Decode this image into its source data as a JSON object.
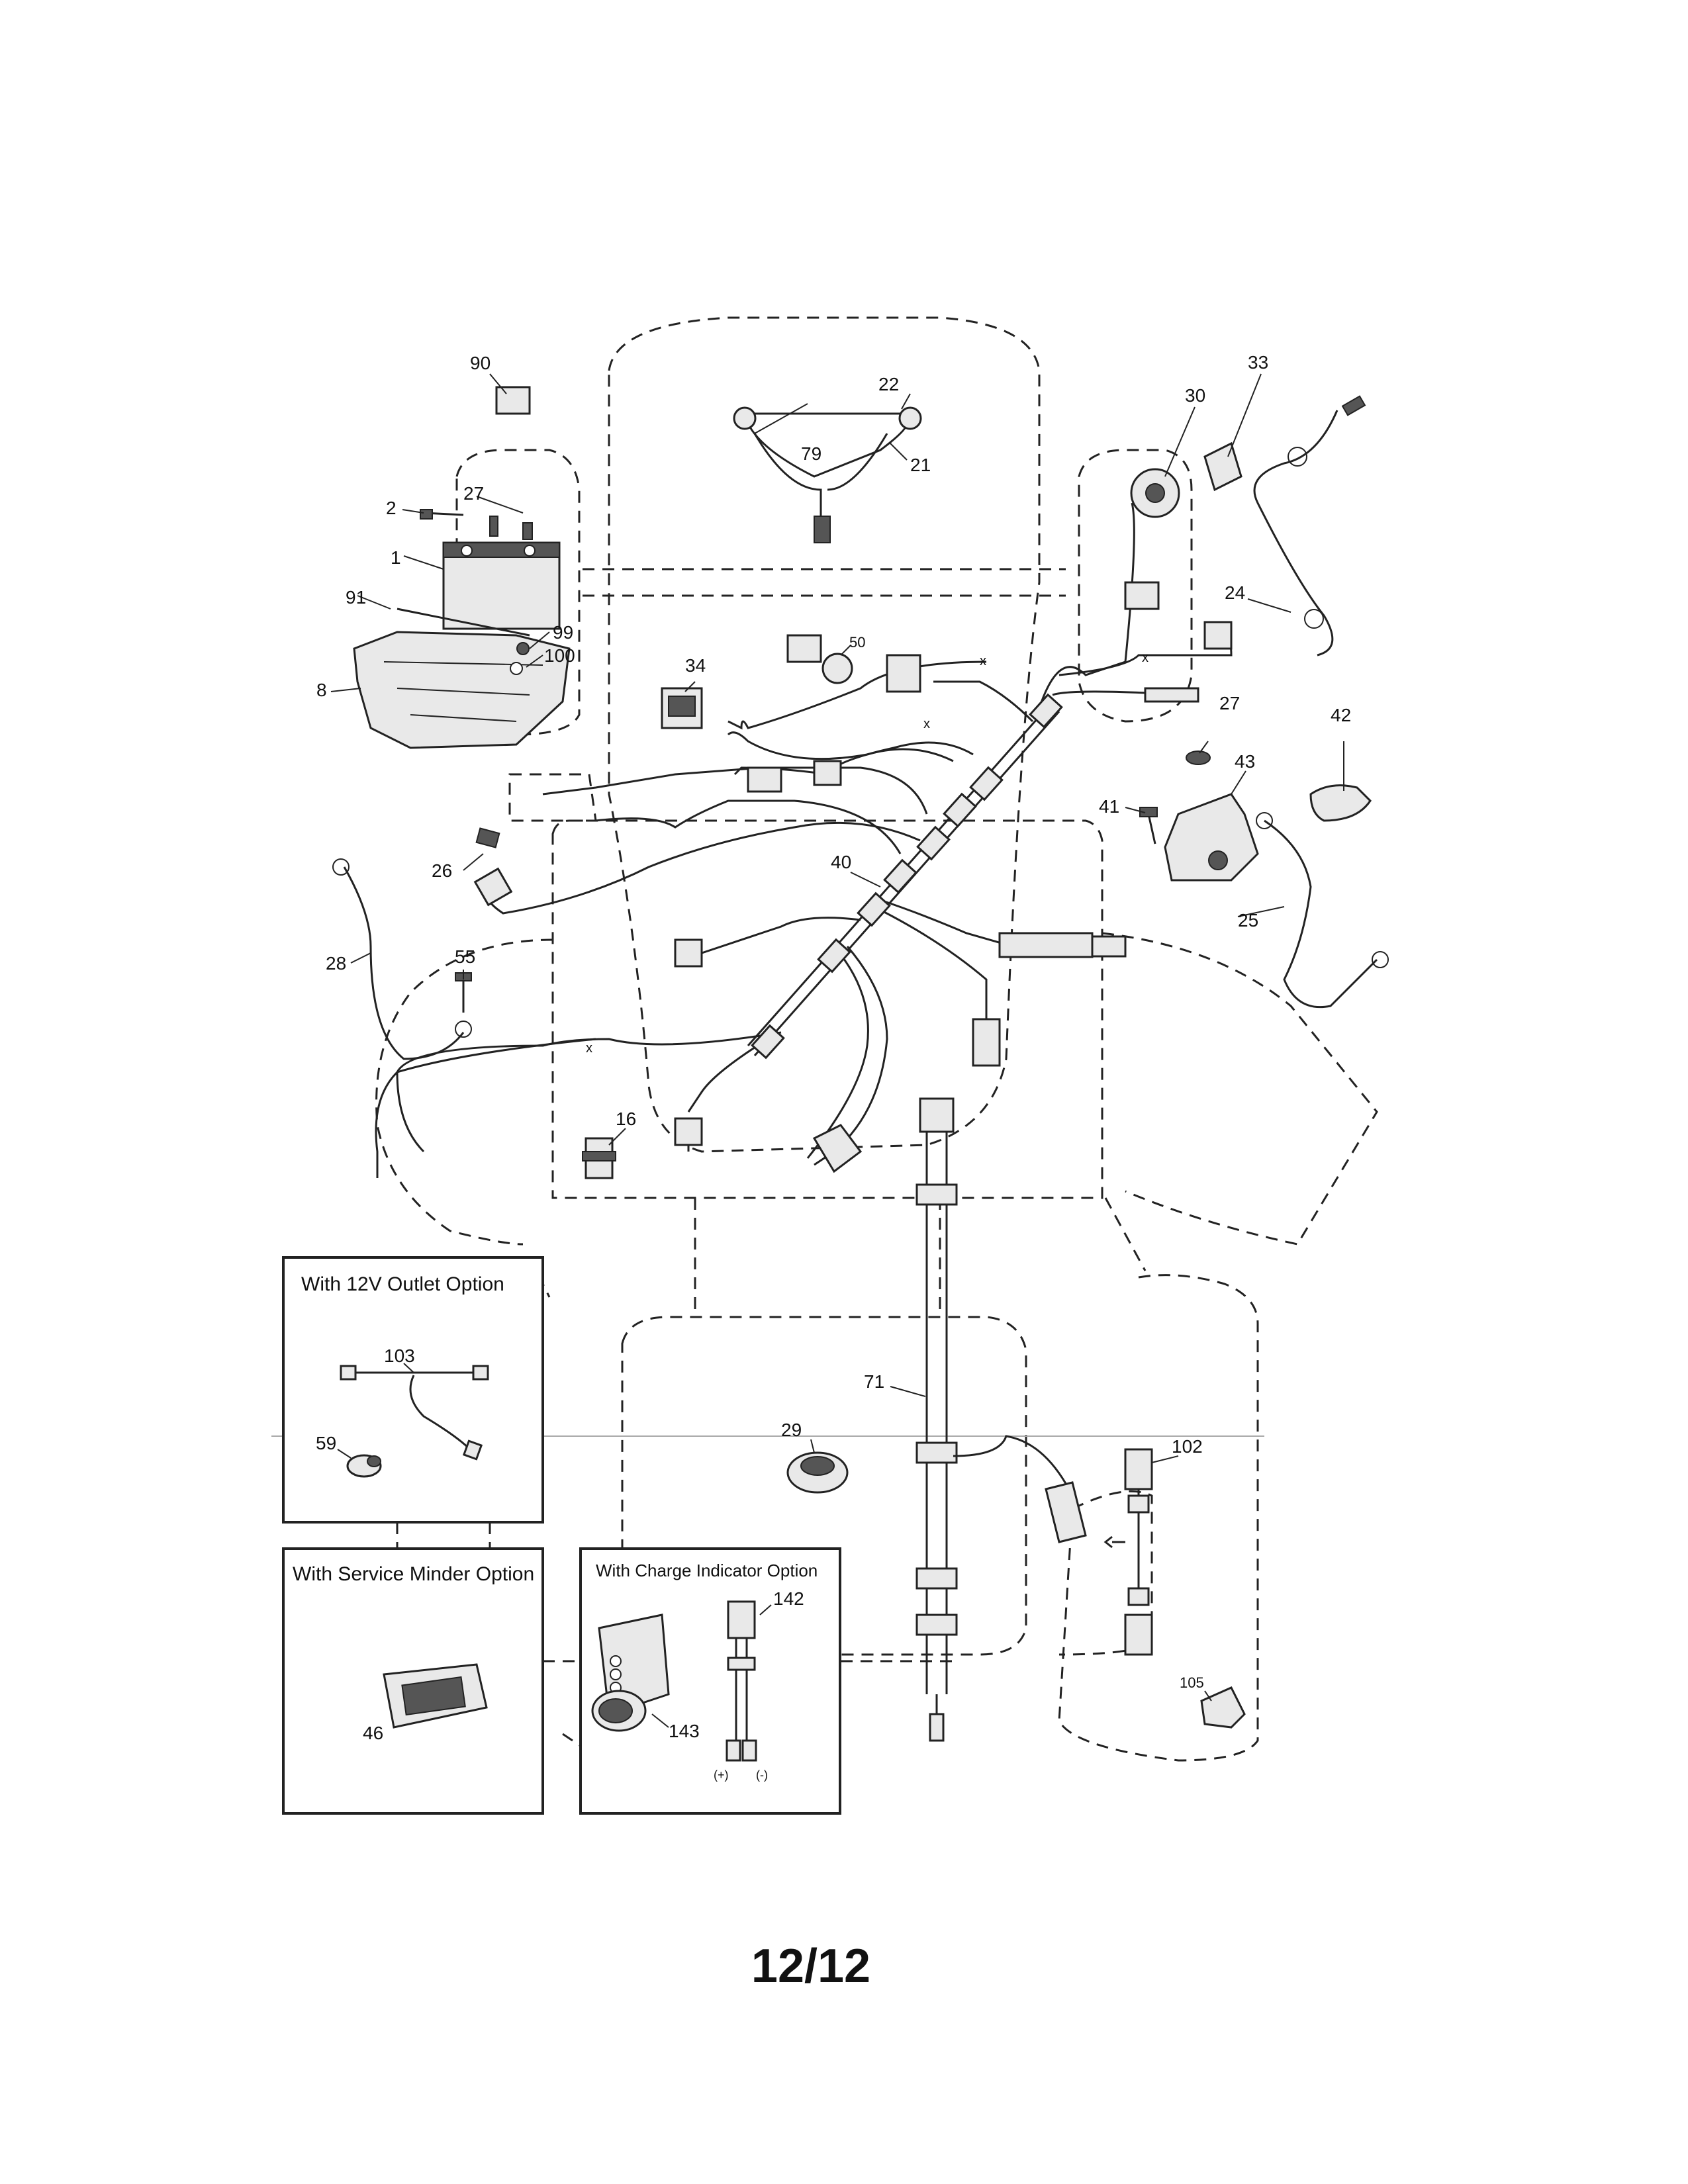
{
  "callouts": {
    "c90": "90",
    "c22": "22",
    "c79": "79",
    "c21": "21",
    "c30": "30",
    "c33": "33",
    "c2": "2",
    "c27a": "27",
    "c1": "1",
    "c91": "91",
    "c8": "8",
    "c99": "99",
    "c100": "100",
    "c34": "34",
    "c50": "50",
    "c24": "24",
    "c27b": "27",
    "c42": "42",
    "c43": "43",
    "c41": "41",
    "c26": "26",
    "c40": "40",
    "c25": "25",
    "c28": "28",
    "c55": "55",
    "c16": "16",
    "c71": "71",
    "c29": "29",
    "c102": "102",
    "c105": "105",
    "c103": "103",
    "c59": "59",
    "c46": "46",
    "c142": "142",
    "c143": "143"
  },
  "option_boxes": {
    "outlet_title": "With 12V Outlet Option",
    "service_title": "With Service Minder Option",
    "charge_title": "With Charge Indicator Option"
  },
  "terminal_labels": {
    "plus": "(+)",
    "minus": "(-)"
  },
  "page_number": "12/12"
}
